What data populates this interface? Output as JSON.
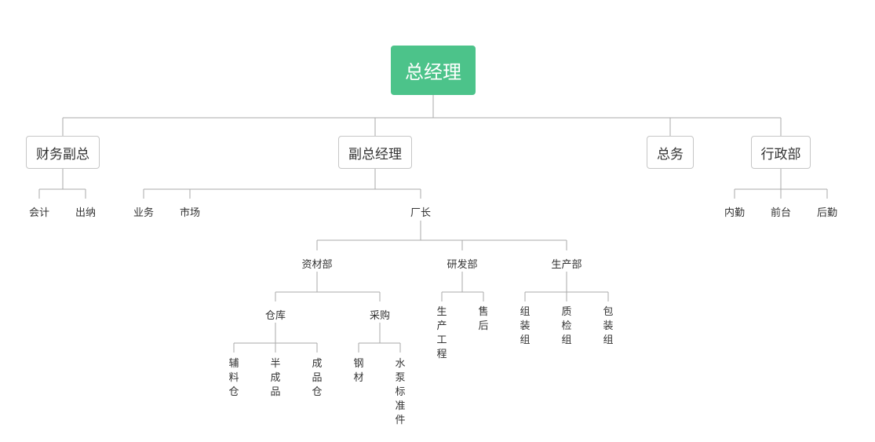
{
  "root": "总经理",
  "level1": {
    "finance": "财务副总",
    "deputy": "副总经理",
    "general": "总务",
    "admin": "行政部"
  },
  "finance_children": {
    "accounting": "会计",
    "cashier": "出纳"
  },
  "deputy_children": {
    "business": "业务",
    "market": "市场",
    "factory": "厂长"
  },
  "admin_children": {
    "attendance": "内勤",
    "reception": "前台",
    "logistics": "后勤"
  },
  "factory_children": {
    "materials": "资材部",
    "rd": "研发部",
    "production": "生产部"
  },
  "materials_children": {
    "warehouse": "仓库",
    "purchase": "采购"
  },
  "warehouse_children": {
    "aux": "辅料仓",
    "semi": "半成品",
    "finished": "成品仓"
  },
  "purchase_children": {
    "steel": "钢材",
    "pump": "水泵标准件"
  },
  "rd_children": {
    "engineering": "生产工程",
    "aftersales": "售后"
  },
  "production_children": {
    "assembly": "组装组",
    "qc": "质检组",
    "packing": "包装组"
  },
  "colors": {
    "root_fill": "#4cc38a",
    "line": "#aaaaaa",
    "box_border": "#c6c6c6",
    "text": "#333333"
  }
}
